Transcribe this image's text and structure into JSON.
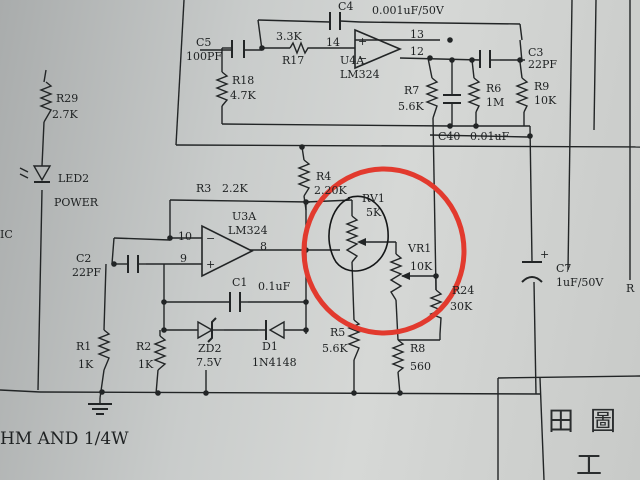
{
  "labels": {
    "c4": "C4",
    "c4_val": "0.001uF/50V",
    "c5": "C5",
    "c5_val": "100PF",
    "r17_val": "3.3K",
    "r17": "R17",
    "pin14": "14",
    "pin13": "13",
    "pin12": "12",
    "u4a": "U4A",
    "lm324_top": "LM324",
    "c3": "C3",
    "c3_val": "22PF",
    "r18": "R18",
    "r18_val": "4.7K",
    "r6": "R6",
    "r6_val": "1M",
    "r9": "R9",
    "r9_val": "10K",
    "r7": "R7",
    "r7_val": "5.6K",
    "c40": "C40",
    "c40_val": "0.01uF",
    "r29": "R29",
    "r29_val": "2.7K",
    "led2": "LED2",
    "power": "POWER",
    "ic_frag": "IC",
    "r4": "R4",
    "r4_val": "2.20K",
    "r3": "R3",
    "r3_val": "2.2K",
    "rv1": "RV1",
    "rv1_val": "5K",
    "u3a": "U3A",
    "lm324_mid": "LM324",
    "pin10": "10",
    "pin9": "9",
    "pin8": "8",
    "c2": "C2",
    "c2_val": "22PF",
    "c1": "C1",
    "c1_val": "0.1uF",
    "vr1": "VR1",
    "vr1_val": "10K",
    "r24": "R24",
    "r24_val": "30K",
    "c7": "C7",
    "c7_val": "1uF/50V",
    "r_frag": "R",
    "r1": "R1",
    "r1_val": "1K",
    "r2": "R2",
    "r2_val": "1K",
    "zd2": "ZD2",
    "zd2_val": "7.5V",
    "d1": "D1",
    "d1_val": "1N4148",
    "r5": "R5",
    "r5_val": "5.6K",
    "r8": "R8",
    "r8_val": "560",
    "footer_note": "HM AND 1/4W",
    "title_block_cjk_1": "田",
    "title_block_cjk_2": "圖",
    "title_block_cjk_3": "工"
  },
  "colors": {
    "paper": "#c8cbc9",
    "ink": "#222526",
    "annotation_circle": "#e23a2e"
  },
  "annotation": "red-circle-around-rv1-and-vr1"
}
